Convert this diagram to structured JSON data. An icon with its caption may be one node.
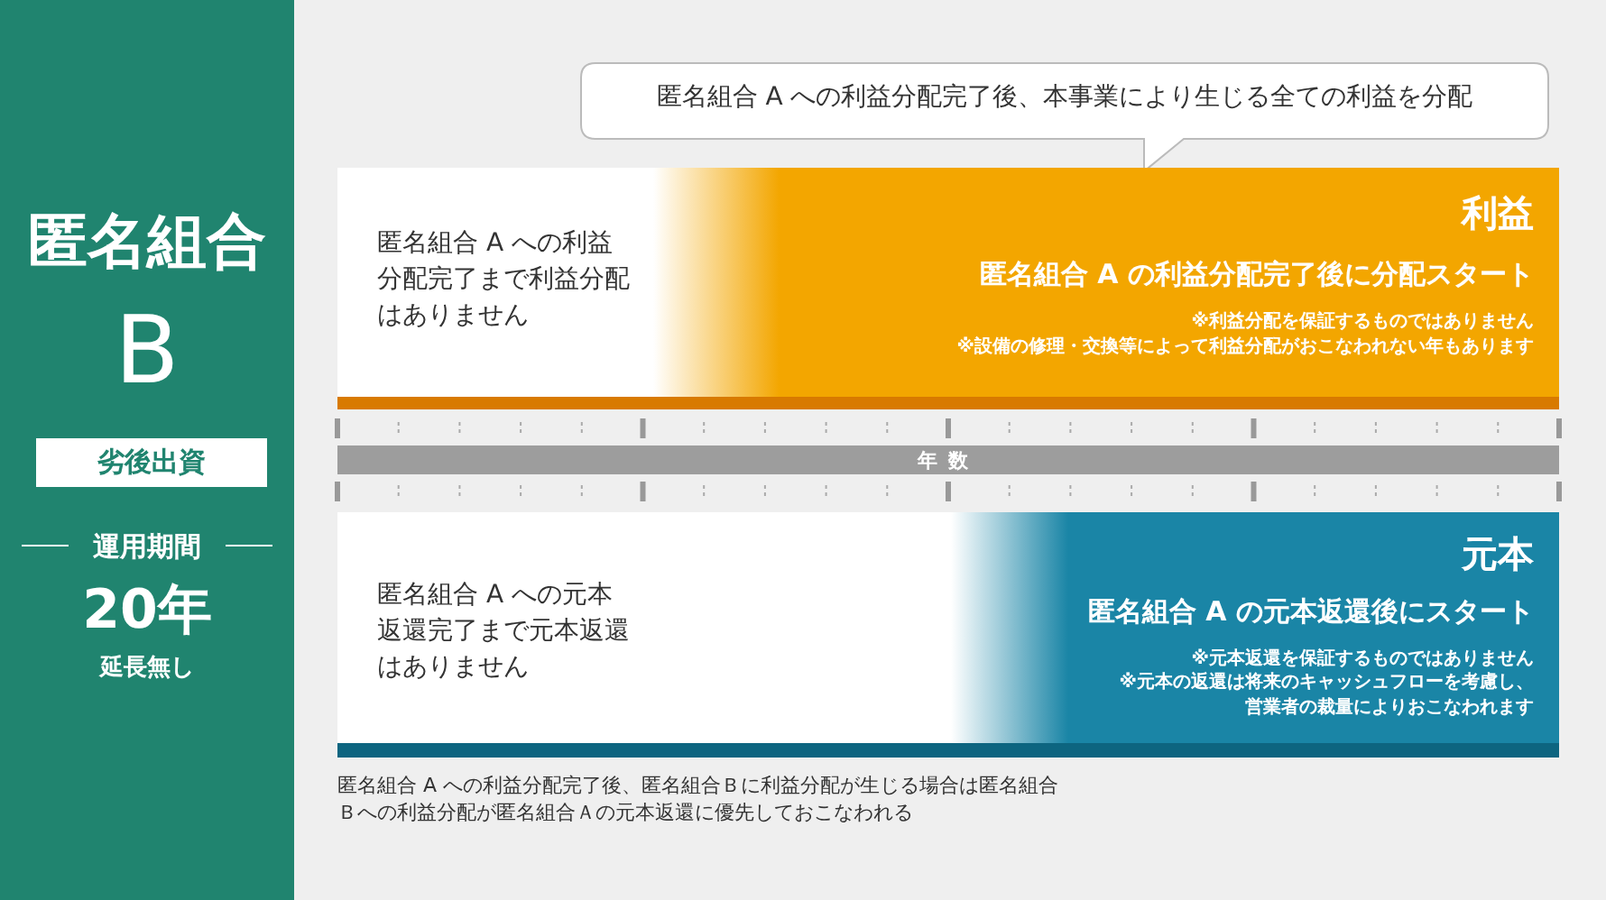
{
  "diagram": {
    "nodes": [
      {
        "text": [
          "匿名組合",
          "B",
          "運用期間",
          "20年",
          "延長無し"
        ]
      },
      {
        "text": [
          "劣後出資"
        ],
        "in": 0
      },
      {
        "text": [
          "匿名組合 A への利益分配完了後、本事業により生じる全ての利益を分配"
        ]
      },
      {
        "text": [
          "匿名組合 A への利益分配完了まで利益分配はありません",
          "利益",
          "匿名組合 A の利益分配完了後に分配スタート",
          "※利益分配を保証するものではありません",
          "※設備の修理・交換等によって利益分配がおこなわれない年もあります"
        ]
      },
      {
        "text": [
          "年数"
        ]
      },
      {
        "text": [
          "匿名組合 A への元本返還完了まで元本返還はありません",
          "元本",
          "匿名組合 A の元本返還後にスタート",
          "※元本返還を保証するものではありません",
          "※元本の返還は将来のキャッシュフローを考慮し、営業者の裁量によりおこなわれます"
        ]
      }
    ],
    "edges": [],
    "labels": [
      "匿名組合 A への利益分配完了後、匿名組合Ｂに利益分配が生じる場合は匿名組合Ｂへの利益分配が匿名組合Ａの元本返還に優先しておこなわれる"
    ]
  }
}
